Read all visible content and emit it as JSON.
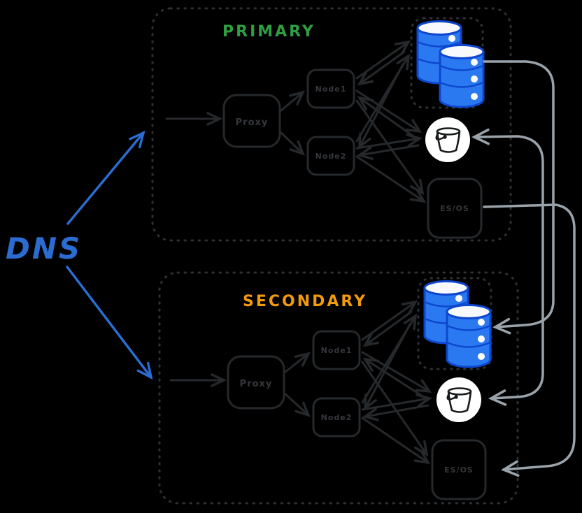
{
  "diagram": {
    "dns_label": "DNS",
    "regions": [
      {
        "name": "PRIMARY",
        "color": "#2f9e41",
        "proxy": "Proxy",
        "node1": "Node1",
        "node2": "Node2",
        "search": "ES/OS"
      },
      {
        "name": "SECONDARY",
        "color": "#f09a0c",
        "proxy": "Proxy",
        "node1": "Node1",
        "node2": "Node2",
        "search": "ES/OS"
      }
    ],
    "icons": [
      {
        "name": "database-icon",
        "meaning": "two stacked blue database cylinders in dotted box"
      },
      {
        "name": "bucket-icon",
        "meaning": "object storage bucket inside white circle"
      }
    ],
    "edges": [
      "DNS -> PRIMARY region",
      "DNS -> SECONDARY region",
      "inbound -> Proxy (primary)",
      "Proxy -> Node1 (primary)",
      "Proxy -> Node2 (primary)",
      "Node1 <-> Database (primary)",
      "Node2 <-> Database (primary)",
      "Node1 <-> Bucket (primary)",
      "Node2 <-> Bucket (primary)",
      "Node1 -> ES/OS (primary)",
      "Node2 -> ES/OS (primary)",
      "inbound -> Proxy (secondary)",
      "Proxy -> Node1 (secondary)",
      "Proxy -> Node2 (secondary)",
      "Node1 <-> Database (secondary)",
      "Node2 <-> Database (secondary)",
      "Node1 <-> Bucket (secondary)",
      "Node2 <-> Bucket (secondary)",
      "Node1 -> ES/OS (secondary)",
      "Node2 -> ES/OS (secondary)",
      "Primary Database -> Secondary Database (cross-region replication)",
      "Primary Bucket <-> Secondary Bucket (cross-region replication)",
      "Primary ES/OS -> Secondary ES/OS (cross-region replication)"
    ],
    "colors": {
      "background": "#000000",
      "dns_blue": "#2b6cd1",
      "primary_green": "#2f9e41",
      "secondary_orange": "#f09a0c",
      "replication_gray": "#9aa3aa",
      "database_blue_fill": "#2b79f0",
      "database_blue_stroke": "#0d47cf",
      "box_stroke_dark": "#26292c"
    }
  }
}
